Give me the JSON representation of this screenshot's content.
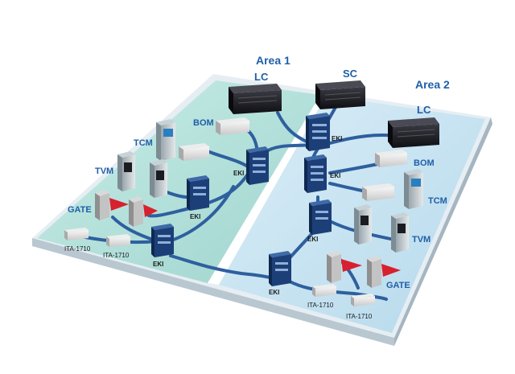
{
  "areas": {
    "area1": "Area 1",
    "area2": "Area 2"
  },
  "labels": {
    "lc_left": "LC",
    "sc": "SC",
    "lc_right": "LC",
    "bom_left": "BOM",
    "tcm_left": "TCM",
    "tvm_left": "TVM",
    "gate_left": "GATE",
    "bom_right": "BOM",
    "tcm_right": "TCM",
    "tvm_right": "TVM",
    "gate_right": "GATE",
    "eki": "EKI",
    "ita": "ITA-1710"
  },
  "colors": {
    "floor_left": "#a9dcd6",
    "floor_right": "#c4e2f0",
    "cable": "#2e5f9e",
    "label": "#1f5fa8",
    "switch": "#1d3f78",
    "server": "#1b1b22",
    "gate_light": "#d8202e"
  }
}
